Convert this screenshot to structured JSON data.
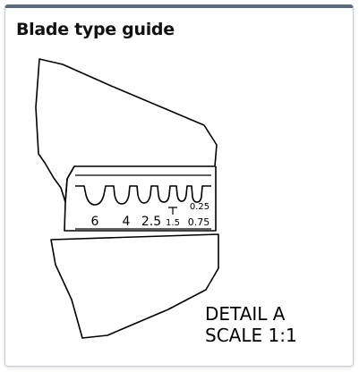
{
  "card": {
    "title": "Blade type guide"
  },
  "drawing": {
    "slot_labels": [
      "6",
      "4",
      "2.5",
      "1.5"
    ],
    "small_labels": {
      "top": "0.25",
      "bottom": "0.75"
    },
    "detail_line_1": "DETAIL A",
    "detail_line_2": "SCALE 1:1"
  }
}
